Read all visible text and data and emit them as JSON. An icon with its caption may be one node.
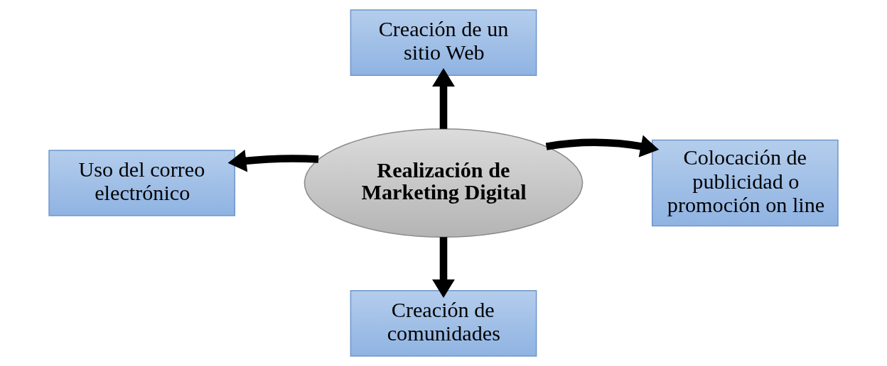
{
  "diagram": {
    "nodes": [
      {
        "text": [
          "Realización de Marketing Digital"
        ]
      },
      {
        "text": [
          "Creación de un sitio Web"
        ]
      },
      {
        "text": [
          "Uso del correo electrónico"
        ]
      },
      {
        "text": [
          "Colocación de publicidad o promoción on line"
        ]
      },
      {
        "text": [
          "Creación de comunidades"
        ]
      }
    ],
    "edges": [
      {
        "from": 0,
        "to": 1,
        "arrow": "to"
      },
      {
        "from": 0,
        "to": 2,
        "arrow": "to"
      },
      {
        "from": 0,
        "to": 3,
        "arrow": "to"
      },
      {
        "from": 0,
        "to": 4,
        "arrow": "to"
      }
    ]
  }
}
